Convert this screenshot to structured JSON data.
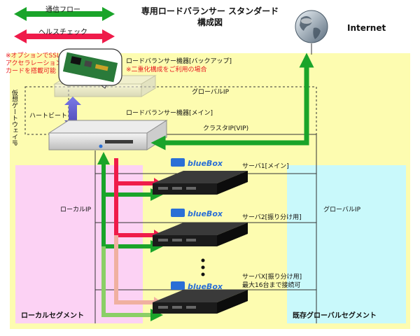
{
  "legend": {
    "comm_flow": "通信フロー",
    "health_check": "ヘルスチェック"
  },
  "title": {
    "line1": "専用ロードバランサー スタンダード",
    "line2": "構成図"
  },
  "internet": "Internet",
  "ssl_note": {
    "line1": "※オプションでSSL",
    "line2": "アクセラレーション",
    "line3": "カードを搭載可能"
  },
  "lb_backup": {
    "label": "ロードバランサー機器[バックアップ]",
    "note": "※二重化構成をご利用の場合"
  },
  "lb_main": {
    "label": "ロードバランサー機器[メイン]"
  },
  "global_ip_top": "グローバルIP",
  "heartbeat": "ハートビート",
  "virtual_gw": "仮想ゲートウェイIP",
  "cluster_ip": "クラスタIP(VIP)",
  "local_ip": "ローカルIP",
  "global_ip_right": "グローバルIP",
  "servers": [
    {
      "label": "サーバ1[メイン]",
      "note": ""
    },
    {
      "label": "サーバ2[振り分け用]",
      "note": ""
    },
    {
      "label": "サーバX[振り分け用]",
      "note": "最大16台まで接続可"
    }
  ],
  "bluebox_logo": "blueBox",
  "segment_local": "ローカルセグメント",
  "segment_global": "既存グローバルセグメント",
  "colors": {
    "yellow": "#fdfcb0",
    "pink": "#fcd2f4",
    "cyan": "#c9f9fb",
    "green": "#1aa42a",
    "red": "#ef1b4a",
    "note_red": "#e8191e",
    "hb_blue": "#6a64d6"
  }
}
